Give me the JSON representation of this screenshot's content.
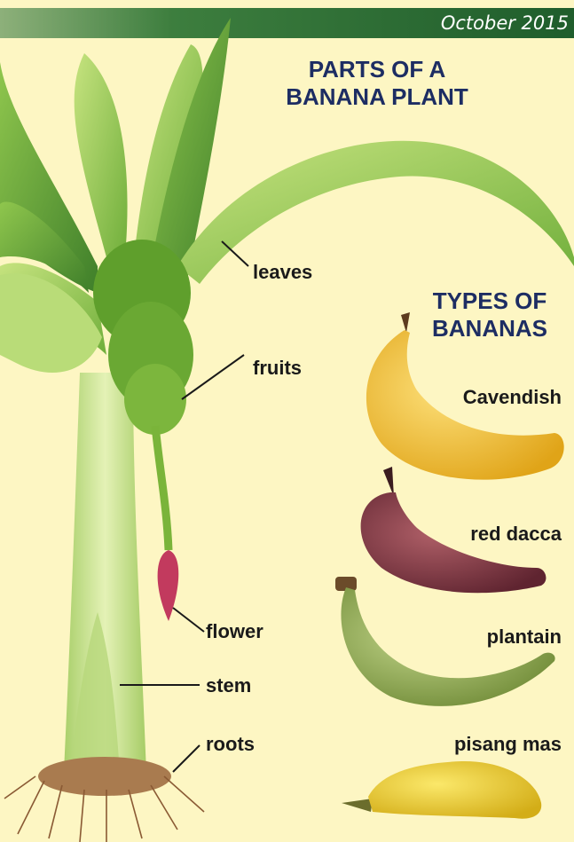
{
  "header": {
    "date": "October 2015"
  },
  "title": {
    "line1": "PARTS OF A",
    "line2": "BANANA PLANT"
  },
  "parts_labels": {
    "leaves": "leaves",
    "fruits": "fruits",
    "flower": "flower",
    "stem": "stem",
    "roots": "roots"
  },
  "types_title": {
    "line1": "TYPES OF",
    "line2": "BANANAS"
  },
  "banana_types": [
    "Cavendish",
    "red dacca",
    "plantain",
    "pisang mas"
  ],
  "colors": {
    "background": "#fdf6c3",
    "header_bar": "#2f6e35",
    "title": "#1d2d63",
    "leaf": "#9bcf5a",
    "stem": "#c9e49a",
    "flower": "#c23a5e",
    "cavendish": "#f4c430",
    "red_dacca": "#8a3f4a",
    "plantain": "#98b45a",
    "pisang_mas": "#f0d43a"
  }
}
